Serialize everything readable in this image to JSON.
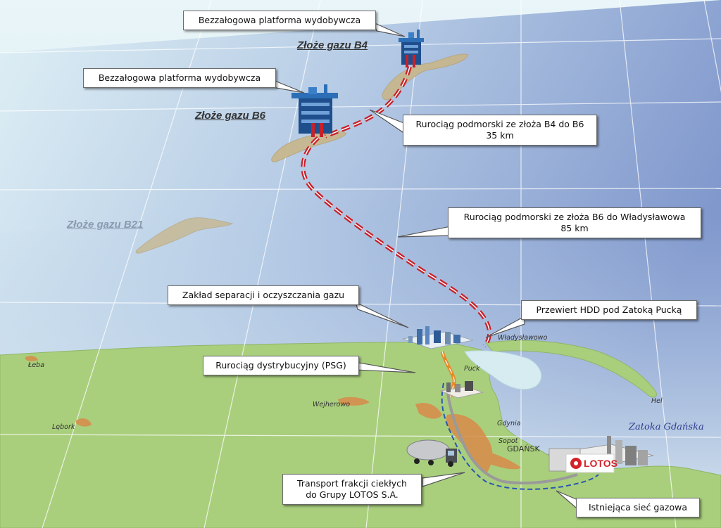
{
  "callouts": {
    "platform_b4": "Bezzałogowa platforma wydobywcza",
    "platform_b6": "Bezzałogowa platforma wydobywcza",
    "pipeline_b4_b6": {
      "line1": "Rurociąg podmorski ze złoża B4 do B6",
      "line2": "35 km"
    },
    "pipeline_b6_wladyslawowo": {
      "line1": "Rurociąg podmorski ze złoża B6 do Władysławowa",
      "line2": "85 km"
    },
    "separation_plant": "Zakład separacji i oczyszczania gazu",
    "hdd_crossing": "Przewiert HDD pod Zatoką Pucką",
    "distribution_pipeline": "Rurociąg dystrybucyjny (PSG)",
    "liquid_transport": {
      "line1": "Transport frakcji ciekłych",
      "line2": "do Grupy LOTOS S.A."
    },
    "existing_network": "Istniejąca sieć gazowa"
  },
  "fields": {
    "b4": "Złoże gazu  B4",
    "b6": "Złoże gazu  B6",
    "b21": "Złoże gazu B21"
  },
  "places": {
    "wladyslawowo": "Władysławowo",
    "leba": "Łeba",
    "puck": "Puck",
    "hel": "Hel",
    "wejherowo": "Wejherowo",
    "gdynia": "Gdynia",
    "lebork": "Lębork",
    "sopot": "Sopot",
    "gdansk": "GDAŃSK",
    "zatoka_gdanska": "Zatoka  Gdańska"
  },
  "logo": {
    "text": "LOTOS"
  },
  "colors": {
    "sea_light": "#d7ebf2",
    "sea_deep": "#8ea6d2",
    "land": "#a9cf7d",
    "gas_field": "#c8b68a",
    "subsea_pipeline": "#c8202a",
    "distribution_pipeline": "#e8892a",
    "existing_network": "#2a56b0",
    "lotos_red": "#d3232a"
  }
}
